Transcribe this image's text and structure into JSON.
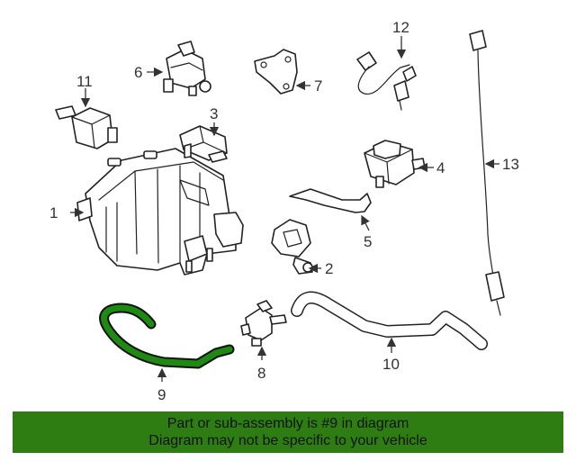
{
  "diagram": {
    "highlighted_part": "9",
    "highlight_color": "#1f8a12",
    "callouts": {
      "p1": "1",
      "p2": "2",
      "p3": "3",
      "p4": "4",
      "p5": "5",
      "p6": "6",
      "p7": "7",
      "p8": "8",
      "p9": "9",
      "p10": "10",
      "p11": "11",
      "p12": "12",
      "p13": "13"
    }
  },
  "banner": {
    "line1": "Part or sub-assembly is #9 in diagram",
    "line2": "Diagram may not be specific to your vehicle",
    "background": "#2e7d12"
  }
}
